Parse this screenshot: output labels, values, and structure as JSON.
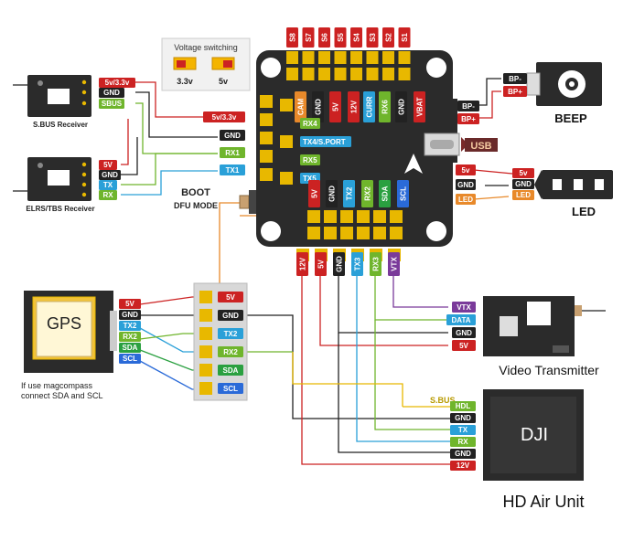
{
  "voltage_switch": {
    "title": "Voltage switching",
    "left": "3.3v",
    "right": "5v"
  },
  "motor_pads": [
    "S8",
    "S7",
    "S6",
    "S5",
    "S4",
    "S3",
    "S2",
    "S1"
  ],
  "fc_top_pads": [
    "CAM",
    "GND",
    "5V",
    "12V",
    "CURR",
    "RX6",
    "GND",
    "VBAT"
  ],
  "fc_left_pads": [
    "RX4",
    "TX4/S.PORT",
    "RX5",
    "TX5"
  ],
  "fc_bottom_pads": [
    "5V",
    "GND",
    "TX2",
    "RX2",
    "SDA",
    "SCL"
  ],
  "fc_below_pads": [
    "12V",
    "5V",
    "GND",
    "TX3",
    "RX3",
    "VTX"
  ],
  "buttons": {
    "boot": "BOOT",
    "dfu": "DFU MODE"
  },
  "usb": "USB",
  "sbus_receiver": {
    "title": "S.BUS Receiver",
    "pins": [
      "5v/3.3v",
      "GND",
      "SBUS"
    ]
  },
  "elrs_receiver": {
    "title": "ELRS/TBS Receiver",
    "pins": [
      "5V",
      "GND",
      "TX",
      "RX"
    ]
  },
  "rx_tags": [
    "5v/3.3v",
    "GND",
    "RX1",
    "TX1"
  ],
  "beep": {
    "title": "BEEP",
    "pins": [
      "BP-",
      "BP+"
    ],
    "board_pins": [
      "BP-",
      "BP+"
    ]
  },
  "led": {
    "title": "LED",
    "board_pins": [
      "5v",
      "GND",
      "LED"
    ],
    "strip_pins": [
      "5v",
      "GND",
      "LED"
    ]
  },
  "gps": {
    "title": "GPS",
    "pins": [
      "5V",
      "GND",
      "TX2",
      "RX2",
      "SDA",
      "SCL"
    ],
    "note_line1": "If use magcompass",
    "note_line2": "connect SDA and SCL"
  },
  "gps_pad": [
    "5V",
    "GND",
    "TX2",
    "RX2",
    "SDA",
    "SCL"
  ],
  "vtx": {
    "title": "Video Transmitter",
    "pins": [
      "VTX",
      "DATA",
      "GND",
      "5V"
    ]
  },
  "dji": {
    "logo": "DJI",
    "title": "HD Air Unit",
    "sbus_label": "S.BUS",
    "pins": [
      "HDL",
      "GND",
      "TX",
      "RX",
      "GND",
      "12V"
    ]
  },
  "colors": {
    "board": "#2b2b2b",
    "pad": "#e8b800",
    "red": "#cc2222",
    "dark": "#222222",
    "blue": "#2aa0d8",
    "green": "#6fb52c",
    "purple": "#7a3a9a",
    "orange": "#e8892a"
  }
}
